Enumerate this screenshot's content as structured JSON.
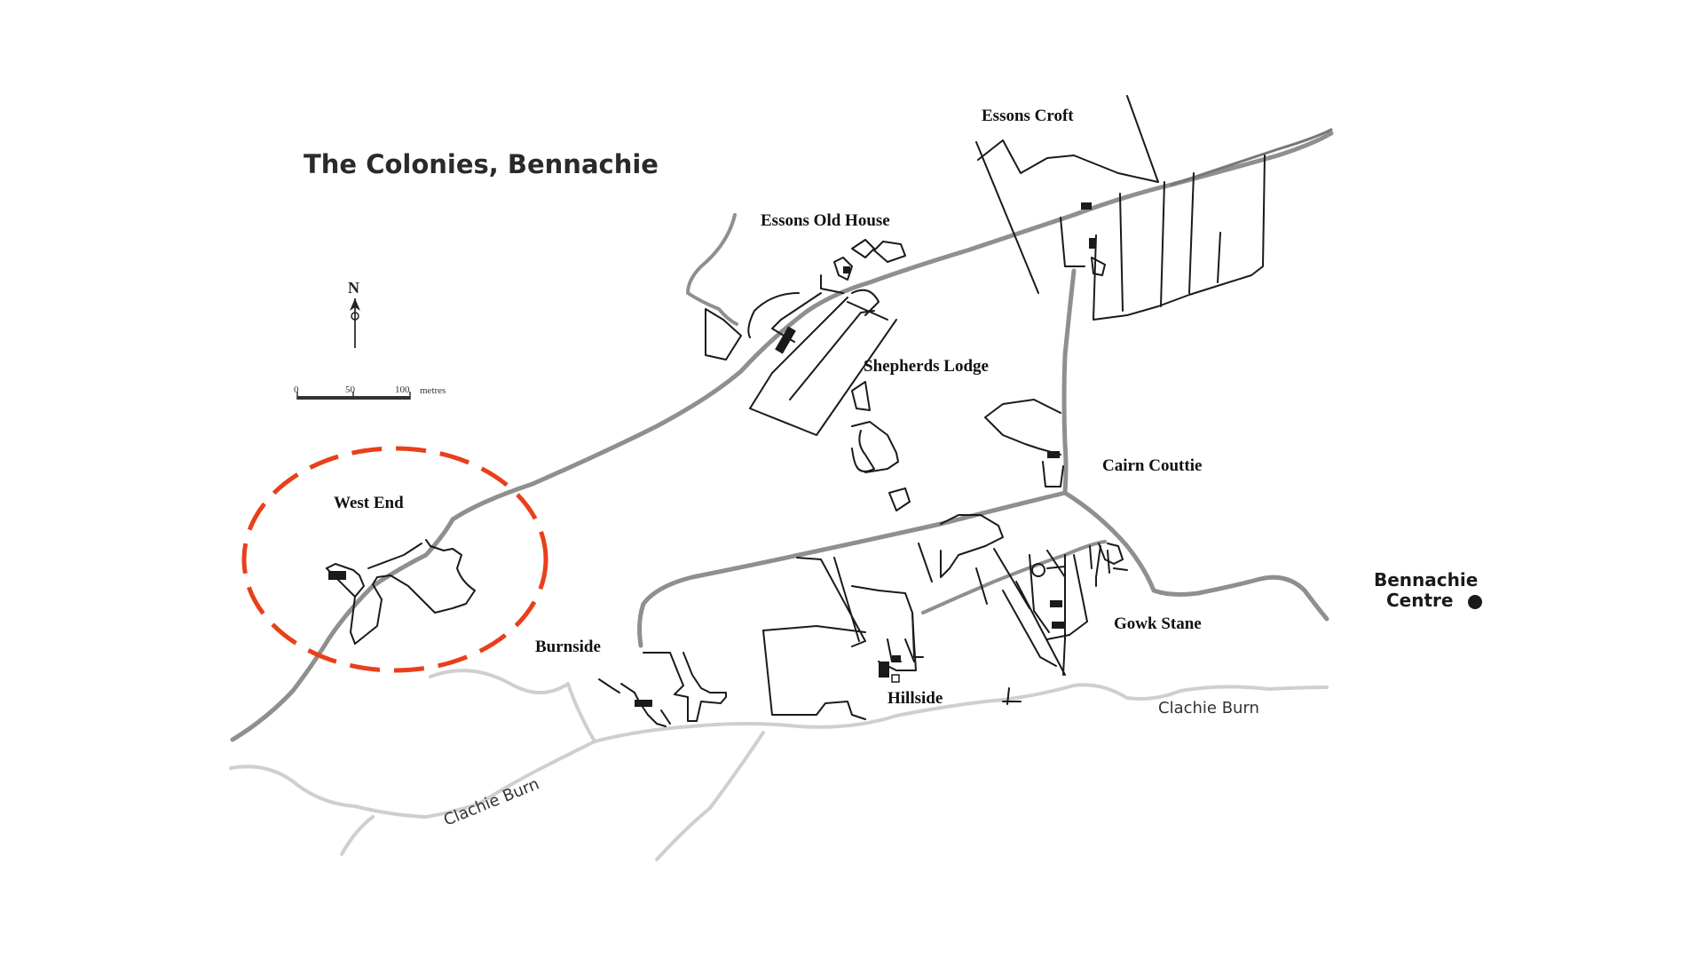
{
  "map": {
    "title": "The Colonies, Bennachie",
    "north_label": "N",
    "scale": {
      "ticks": [
        "0",
        "50",
        "100"
      ],
      "unit": "metres"
    },
    "places": [
      {
        "id": "essons-croft",
        "label": "Essons Croft"
      },
      {
        "id": "essons-old-house",
        "label": "Essons Old House"
      },
      {
        "id": "shepherds-lodge",
        "label": "Shepherds Lodge"
      },
      {
        "id": "cairn-couttie",
        "label": "Cairn Couttie"
      },
      {
        "id": "west-end",
        "label": "West End"
      },
      {
        "id": "burnside",
        "label": "Burnside"
      },
      {
        "id": "gowk-stane",
        "label": "Gowk Stane"
      },
      {
        "id": "hillside",
        "label": "Hillside"
      }
    ],
    "burns": [
      {
        "id": "burn-east",
        "label": "Clachie Burn"
      },
      {
        "id": "burn-west",
        "label": "Clachie Burn"
      }
    ],
    "centre": {
      "label_line1": "Bennachie",
      "label_line2": "Centre"
    },
    "highlight": {
      "place": "West End",
      "color": "#e8401c"
    },
    "colors": {
      "road": "#8f8f8f",
      "field": "#1a1a1a",
      "burn": "#cfcfcf"
    }
  }
}
